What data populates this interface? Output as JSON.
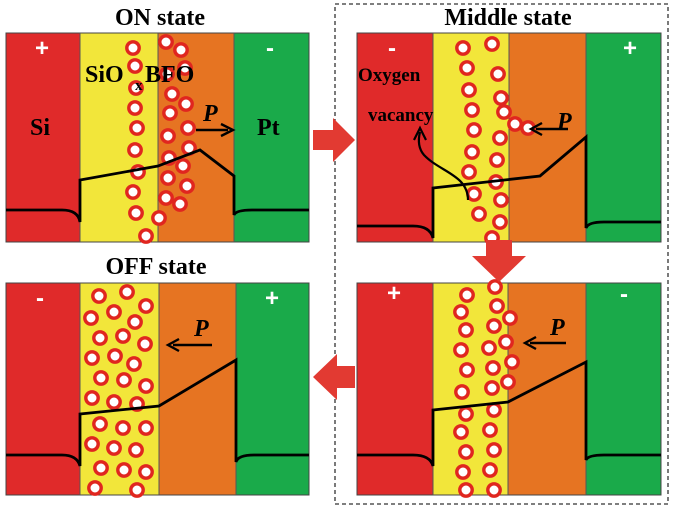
{
  "panels": {
    "on": {
      "title": "ON state",
      "left_sign": "+",
      "right_sign": "-",
      "polarization": "P",
      "labels": {
        "si": "Si",
        "siox": "SiO",
        "siox_sub": "x",
        "bfo": "BFO",
        "pt": "Pt"
      }
    },
    "middle_top": {
      "title": "Middle state",
      "left_sign": "-",
      "right_sign": "+",
      "polarization": "P",
      "annotation_line1": "Oxygen",
      "annotation_line2": "vacancy"
    },
    "off": {
      "title": "OFF state",
      "left_sign": "-",
      "right_sign": "+",
      "polarization": "P"
    },
    "middle_bottom": {
      "left_sign": "+",
      "right_sign": "-",
      "polarization": "P"
    }
  },
  "colors": {
    "si": "#e02a2a",
    "siox": "#f2e63a",
    "bfo": "#e67422",
    "pt": "#1aaa4a",
    "arrow": "#e23a32",
    "vacancy_ring": "#e0261f",
    "band_line": "#000000"
  }
}
